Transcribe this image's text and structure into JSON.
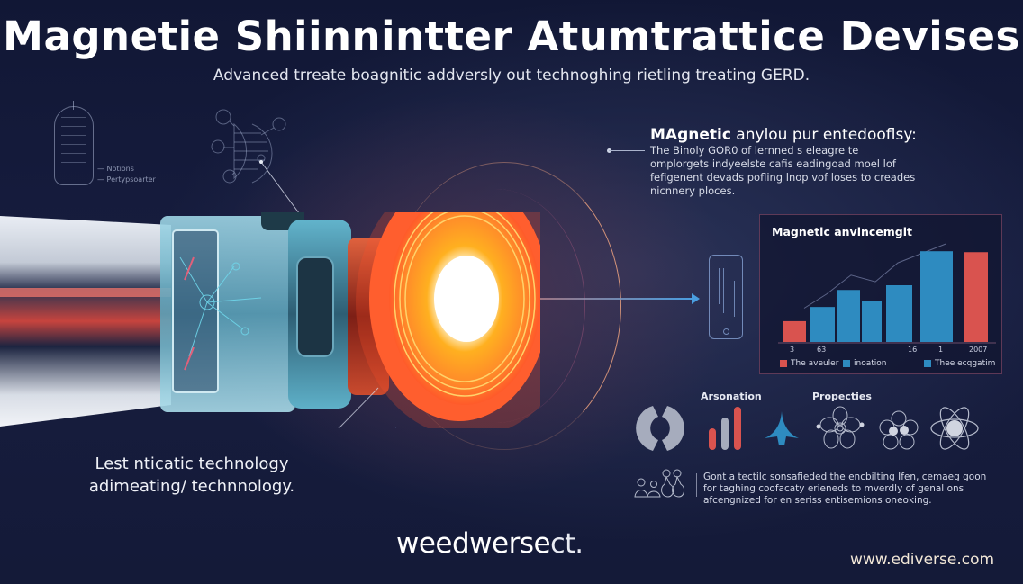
{
  "header": {
    "title": "Magnetie Shiinnintter Atumtrattice Devises",
    "subtitle": "Advanced trreate boagnitic addversly out technoghing rietling treating GERD."
  },
  "sketch": {
    "legend": [
      "Notions",
      "Pertypsoarter"
    ]
  },
  "callout_right": {
    "heading_bold": "MAgnetic",
    "heading_rest": " anylou pur entedooflsy:",
    "description": "The Binoly GOR0 of lernned s eleagre te omplorgets indyeelste cafis eadingoad moel lof fefigenent devads pofling lnop vof loses to creades nicnnery ploces."
  },
  "left_caption": {
    "line1": "Lest nticatic technology",
    "line2": "adimeating/ technnology."
  },
  "colors": {
    "background": "#141a38",
    "accent_red": "#d9534f",
    "accent_blue": "#2e8bc0",
    "glow_orange": "#ff7a2e",
    "device_teal": "#5aa9c0"
  },
  "chart_data": {
    "type": "bar",
    "title": "Magnetic anvincemgit",
    "categories": [
      "3",
      "",
      "63",
      "",
      "",
      "16",
      "1",
      "2007"
    ],
    "tick_labels": [
      "3",
      "63",
      "",
      "16",
      "1",
      "2007"
    ],
    "series": [
      {
        "name": "The aveuler",
        "color": "#d9534f",
        "values": [
          22,
          null,
          null,
          null,
          null,
          null,
          null,
          95
        ]
      },
      {
        "name": "inoation",
        "color": "#2e8bc0",
        "values": [
          null,
          37,
          55,
          43,
          60,
          96,
          null,
          null
        ]
      }
    ],
    "bar_values": [
      22,
      37,
      55,
      43,
      60,
      96,
      95
    ],
    "bar_colors": [
      "#d9534f",
      "#2e8bc0",
      "#2e8bc0",
      "#2e8bc0",
      "#2e8bc0",
      "#2e8bc0",
      "#d9534f"
    ],
    "trend_line": [
      30,
      45,
      65,
      58,
      78,
      98
    ],
    "legend": [
      "The aveuler",
      "inoation",
      "Thee ecqgatim"
    ],
    "legend_colors": [
      "#d9534f",
      "#2e8bc0",
      "#2e8bc0"
    ],
    "xlabel": "",
    "ylabel": "",
    "ylim": [
      0,
      100
    ],
    "grid": false,
    "legend_position": "bottom"
  },
  "icons_row": {
    "label_left": "Arsonation",
    "label_right": "Propecties",
    "icons": [
      "bracket-ring-icon",
      "bar-chart-icon",
      "arrow-up-icon",
      "flower-molecule-icon",
      "cell-icon",
      "atom-icon"
    ]
  },
  "bottom_note": {
    "text": "Gont a tectilc sonsafieded the encbilting Ifen, cemaeg goon for taghing coofacaty erieneds to mverdly of genal ons afcengnized for en seriss entisemions oneoking."
  },
  "footer": {
    "brand_main": "weedwerse",
    "brand_suffix": "ct.",
    "url": "www.ediverse.com"
  }
}
